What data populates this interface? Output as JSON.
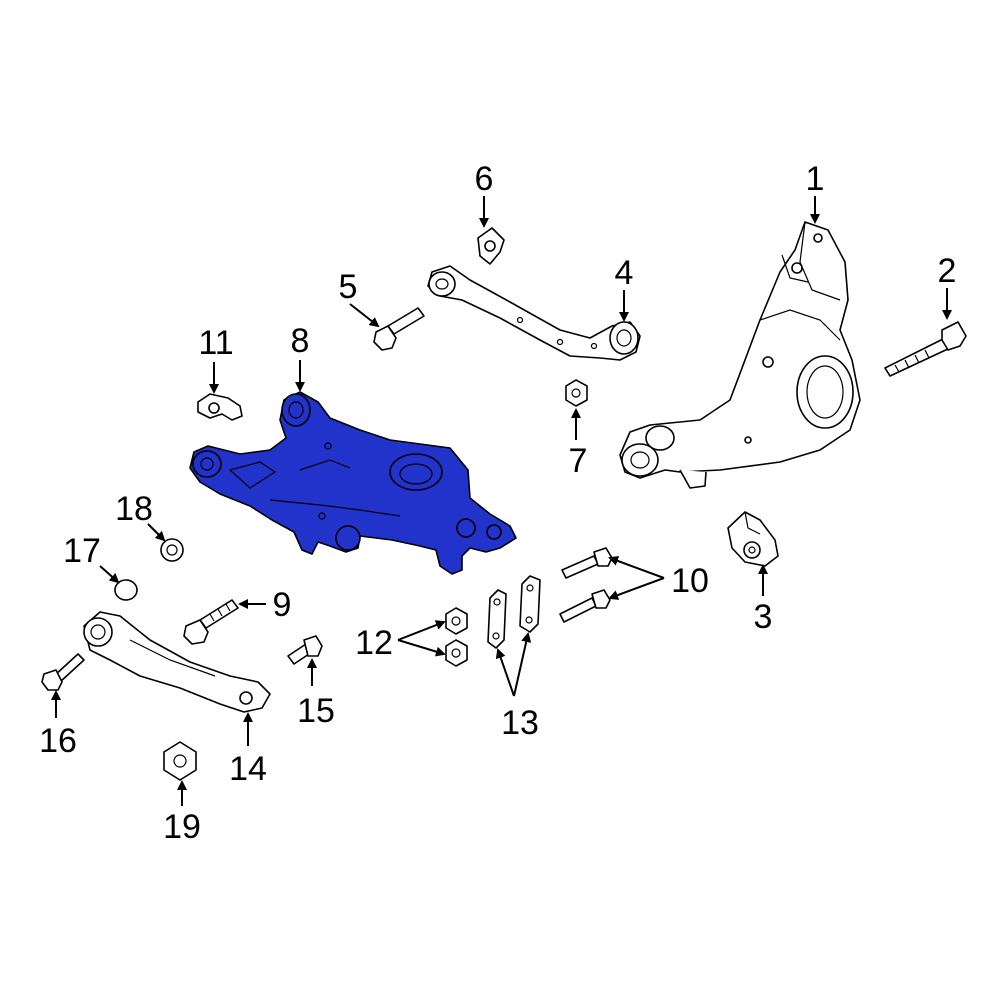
{
  "colors": {
    "highlight": "#2233cc",
    "line": "#000000",
    "background": "#ffffff"
  },
  "highlighted_part": "8",
  "callouts": [
    "1",
    "2",
    "3",
    "4",
    "5",
    "6",
    "7",
    "8",
    "9",
    "10",
    "11",
    "12",
    "13",
    "14",
    "15",
    "16",
    "17",
    "18",
    "19"
  ]
}
